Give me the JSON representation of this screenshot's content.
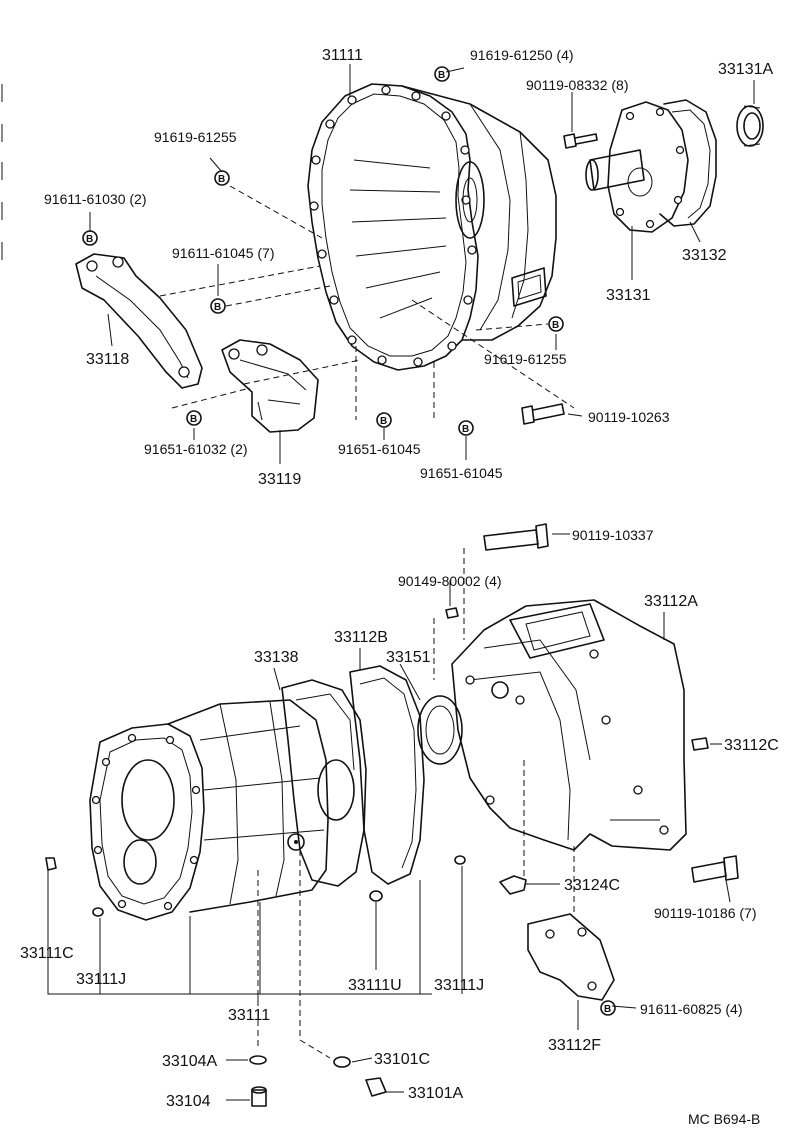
{
  "diagram": {
    "code": "MC B694-B",
    "marker_letter": "B",
    "labels": {
      "p31111_top": "31111",
      "p91619_61250": "91619-61250 (4)",
      "p90119_08332": "90119-08332 (8)",
      "p33131A": "33131A",
      "p91619_61255_a": "91619-61255",
      "p91611_61030": "91611-61030 (2)",
      "p91611_61045": "91611-61045 (7)",
      "p33132": "33132",
      "p33131": "33131",
      "p33118": "33118",
      "p91619_61255_b": "91619-61255",
      "p90119_10263": "90119-10263",
      "p91651_61032": "91651-61032 (2)",
      "p91651_61045_a": "91651-61045",
      "p91651_61045_b": "91651-61045",
      "p33119": "33119",
      "p90119_10337": "90119-10337",
      "p90149_80002": "90149-80002 (4)",
      "p33112A": "33112A",
      "p33112B": "33112B",
      "p33138": "33138",
      "p33151": "33151",
      "p33112C": "33112C",
      "p33124C": "33124C",
      "p90119_10186": "90119-10186 (7)",
      "p33111C": "33111C",
      "p33111J_a": "33111J",
      "p33111U": "33111U",
      "p33111J_b": "33111J",
      "p33111_bottom": "33111",
      "p91611_60825": "91611-60825 (4)",
      "p33112F": "33112F",
      "p33104A": "33104A",
      "p33101C": "33101C",
      "p33104": "33104",
      "p33101A": "33101A"
    }
  }
}
